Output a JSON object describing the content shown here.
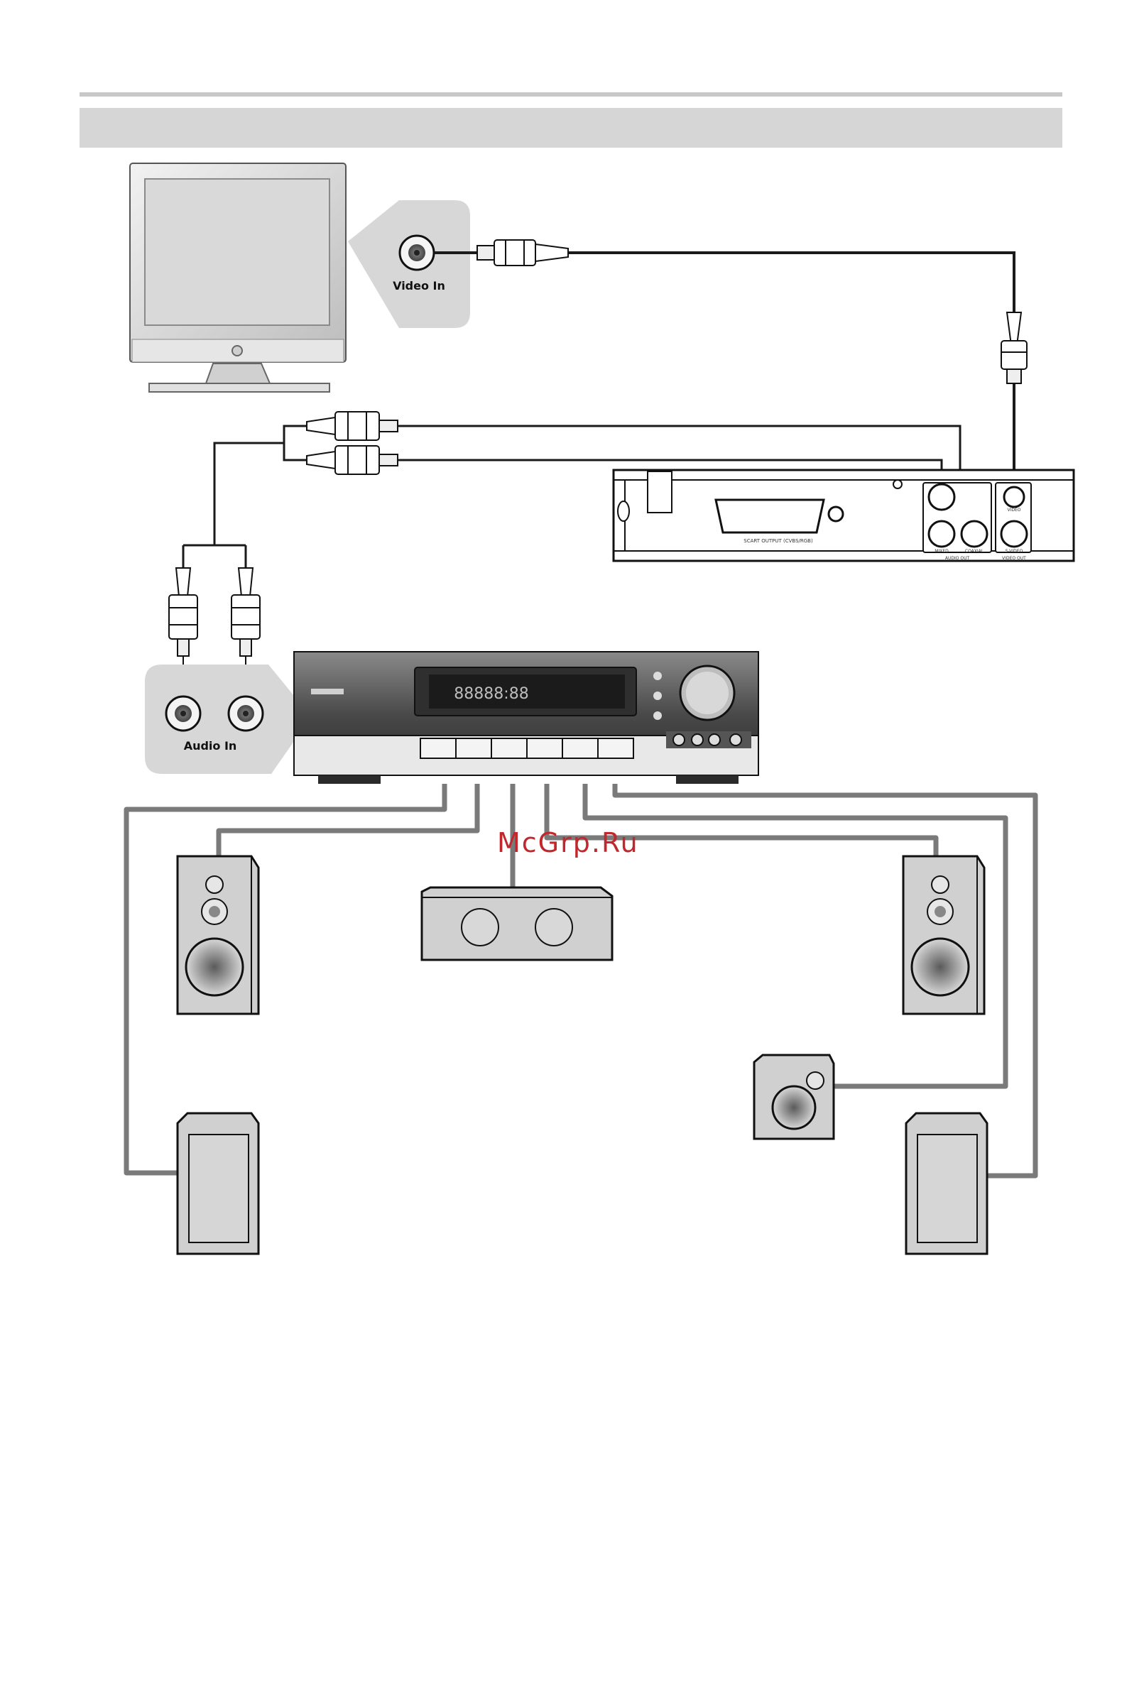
{
  "tv_panel": {
    "label": "Video In"
  },
  "receiver_panel": {
    "label": "Audio In"
  },
  "player_rear": {
    "scart_label": "SCART OUTPUT (CVBS/RGB)",
    "audio_group_label": "AUDIO OUT",
    "video_group_label": "VIDEO OUT",
    "mixed_label": "MIXED",
    "coaxial_label": "COAXIAL",
    "video_label": "VIDEO",
    "svideo_label": "S-VIDEO"
  },
  "receiver_display": {
    "readout": "88888:88"
  },
  "watermark": "McGrp.Ru",
  "colors": {
    "cable_black": "#1a1a1a",
    "speaker_wire": "#7a7a7a",
    "panel_gray": "#d7d7d7",
    "watermark": "#c0282d"
  }
}
